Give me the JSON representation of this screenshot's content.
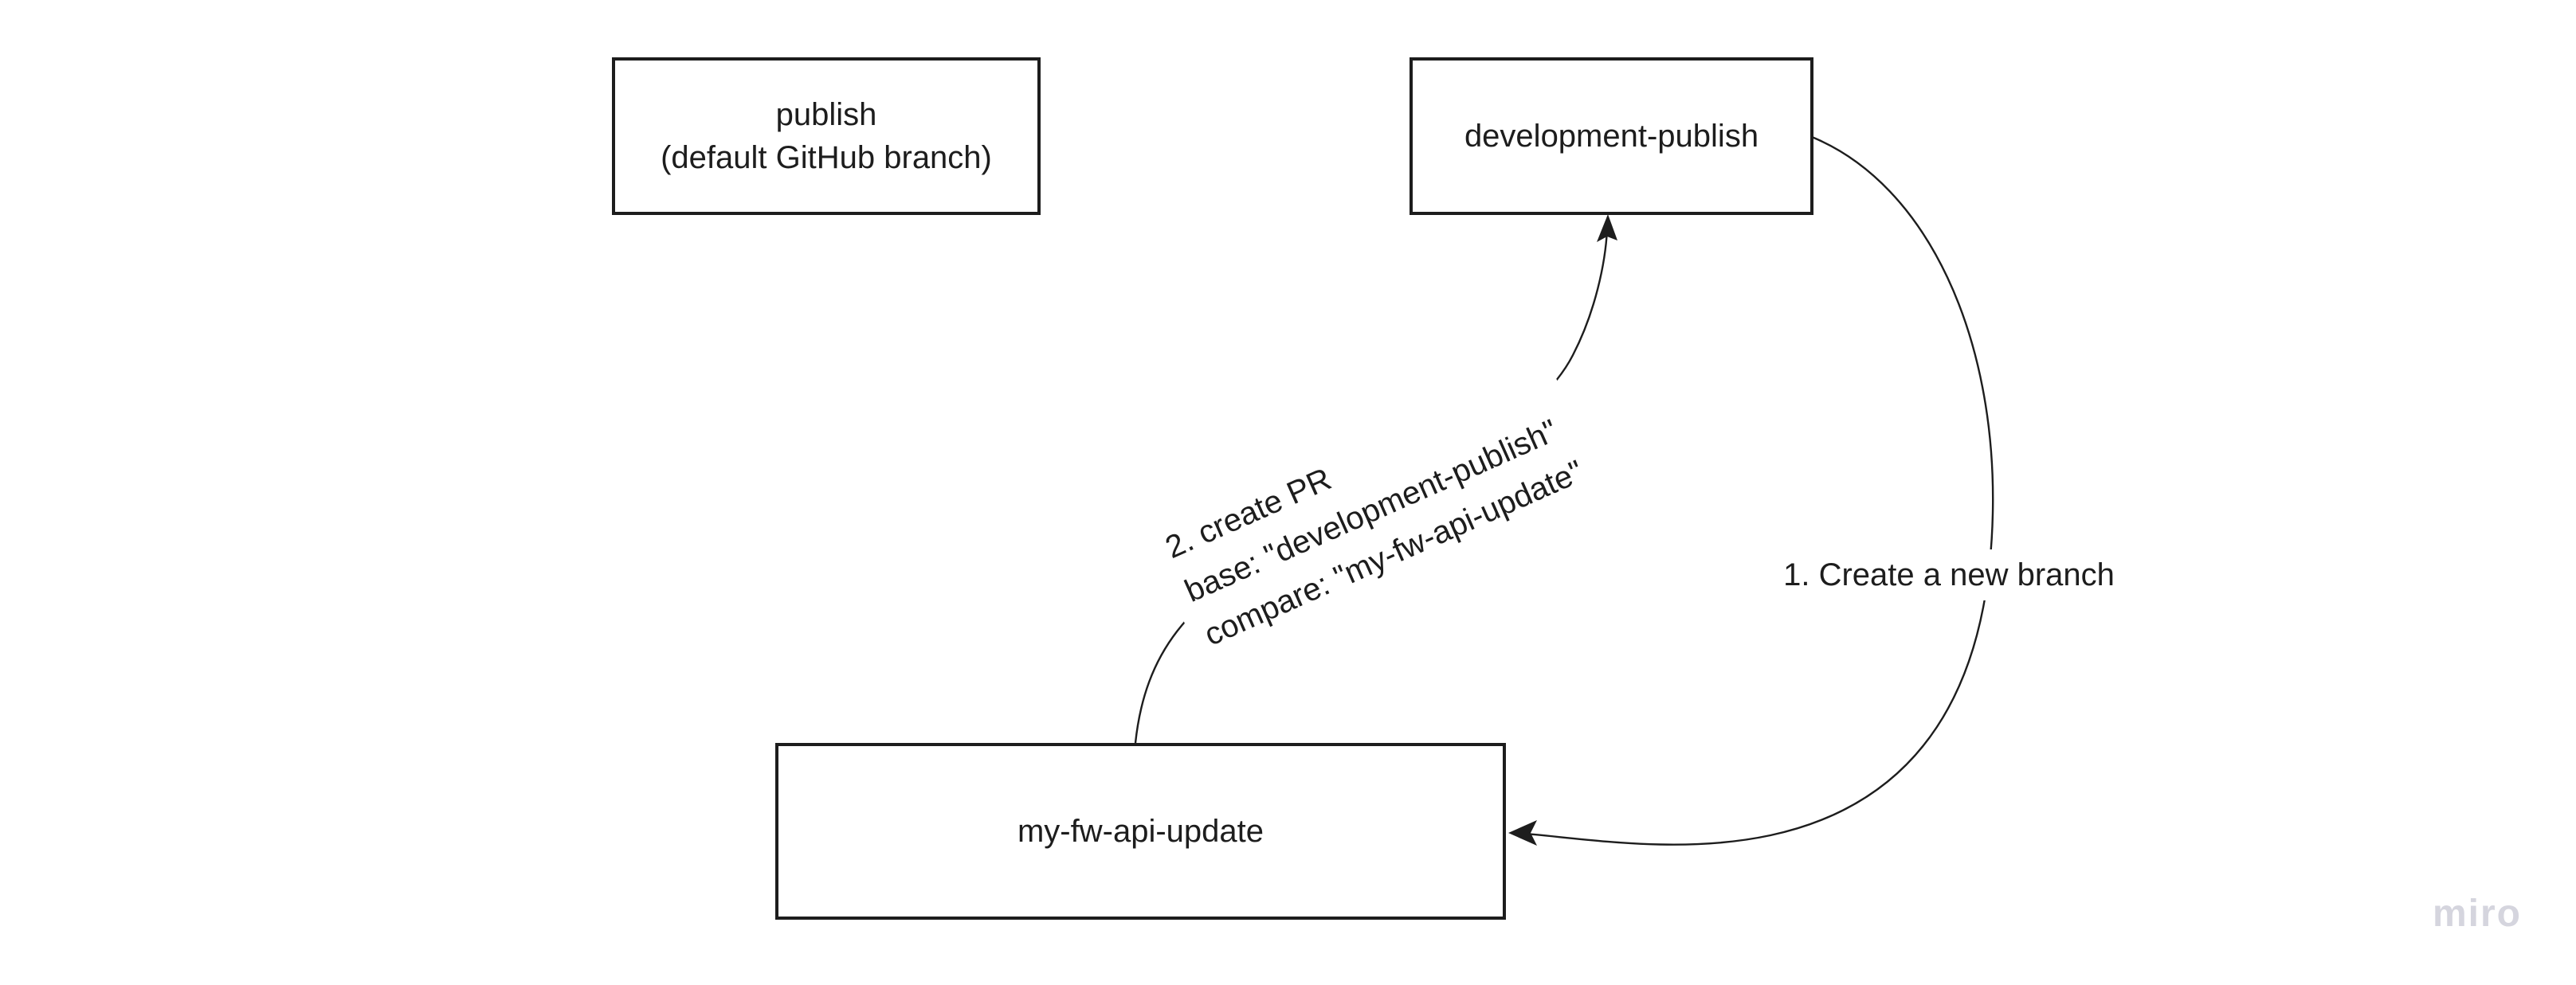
{
  "diagram": {
    "nodes": [
      {
        "id": "publish",
        "lines": [
          "publish",
          "(default GitHub branch)"
        ]
      },
      {
        "id": "development-publish",
        "label": "development-publish"
      },
      {
        "id": "my-fw-api-update",
        "label": "my-fw-api-update"
      }
    ],
    "connectors": [
      {
        "id": "create-branch",
        "from": "development-publish",
        "to": "my-fw-api-update",
        "label": "1. Create a new branch"
      },
      {
        "id": "create-pr",
        "from": "my-fw-api-update",
        "to": "development-publish",
        "lines": [
          "2. create PR",
          "base: \"development-publish\"",
          "compare: \"my-fw-api-update\""
        ]
      }
    ],
    "watermark": "miro",
    "colors": {
      "ink": "#1d1d1d",
      "background": "#ffffff",
      "watermark": "#d5d5de"
    }
  }
}
